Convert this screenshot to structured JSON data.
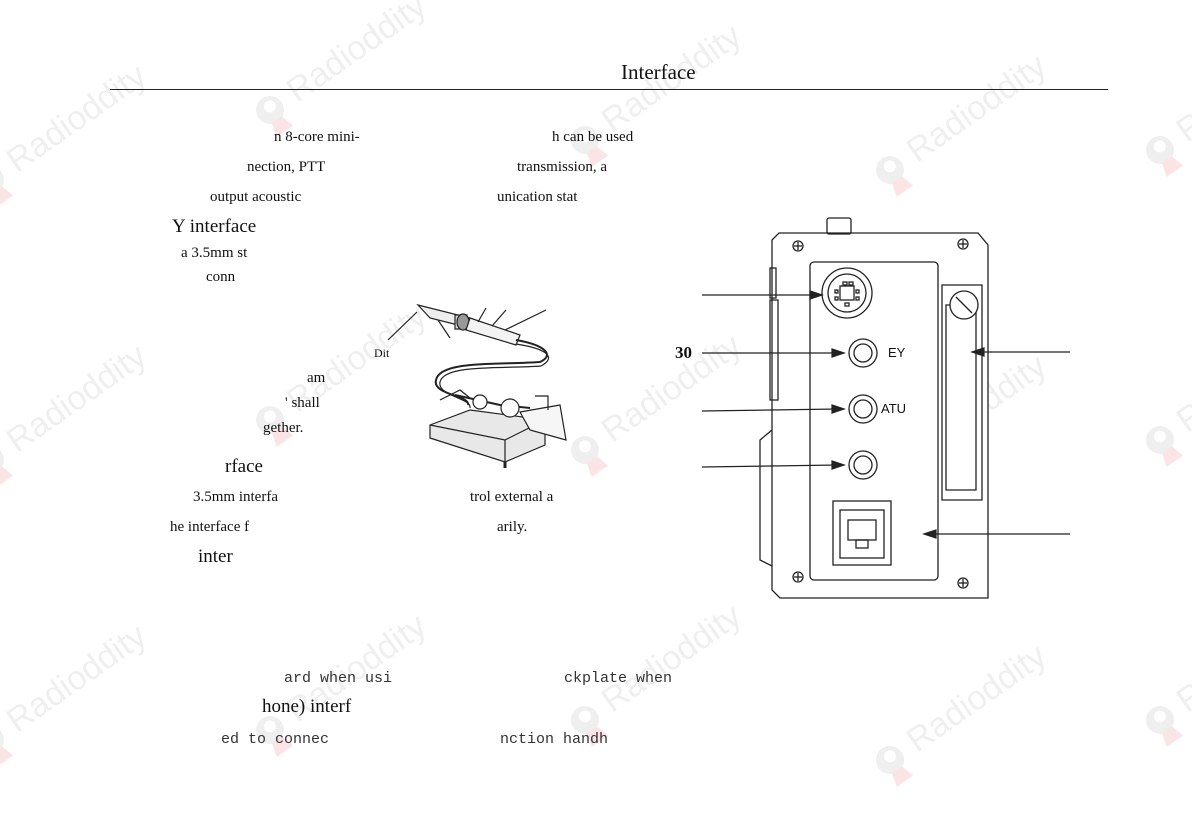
{
  "header": {
    "title": "Interface"
  },
  "body_lines": {
    "l1a": "n 8-core mini-",
    "l1b": "h can be used",
    "l2a": "nection, PTT",
    "l2b": "transmission, a",
    "l3a": "output acoustic",
    "l3b": "unication stat",
    "heading_key": "Y interface",
    "l4": "a 3.5mm st",
    "l5": "conn",
    "l6": "am",
    "l7": "' shall",
    "l8": "gether.",
    "heading_atu": "rface",
    "l9a": "3.5mm interfa",
    "l9b": "trol external a",
    "l10a": "he interface f",
    "l10b": "arily.",
    "heading_3": "inter",
    "mono1a": "ard when usi",
    "mono1b": "ckplate when",
    "heading_phone": "hone) interf",
    "mono2a": "ed to connec",
    "mono2b": "nction handh"
  },
  "key_figure": {
    "dit_label": "Dit"
  },
  "panel_figure": {
    "callout_number": "30",
    "key_port_label": "EY",
    "atu_port_label": "ATU"
  },
  "watermark": {
    "text": "Radioddity",
    "colors": {
      "brand_red": "#e03a4a",
      "brand_gray": "#888888"
    }
  }
}
